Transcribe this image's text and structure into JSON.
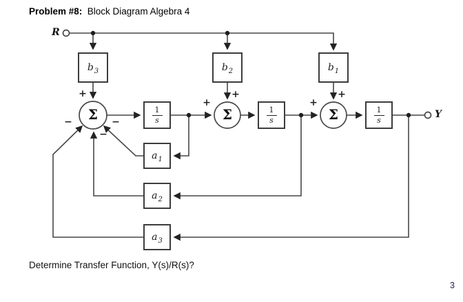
{
  "title": {
    "bold": "Problem #8:",
    "rest": "  Block Diagram Algebra 4"
  },
  "footer": {
    "question": "Determine Transfer Function, Y(s)/R(s)?",
    "page_number": "3"
  },
  "diagram": {
    "input_label": "R",
    "output_label": "Y",
    "line_color": "#474747",
    "feedforward_blocks": {
      "b3": {
        "base": "b",
        "sub": "3"
      },
      "b2": {
        "base": "b",
        "sub": "2"
      },
      "b1": {
        "base": "b",
        "sub": "1"
      }
    },
    "integrator": {
      "numerator": "1",
      "denominator": "s"
    },
    "feedback_blocks": {
      "a1": {
        "base": "a",
        "sub": "1"
      },
      "a2": {
        "base": "a",
        "sub": "2"
      },
      "a3": {
        "base": "a",
        "sub": "3"
      }
    },
    "summers": {
      "s1": {
        "symbol": "Σ",
        "sign_top": "+",
        "sign_left": "−",
        "sign_right": "−",
        "sign_bottom": "−"
      },
      "s2": {
        "symbol": "Σ",
        "sign_left": "+",
        "sign_top": "+"
      },
      "s3": {
        "symbol": "Σ",
        "sign_left": "+",
        "sign_top": "+"
      }
    }
  }
}
